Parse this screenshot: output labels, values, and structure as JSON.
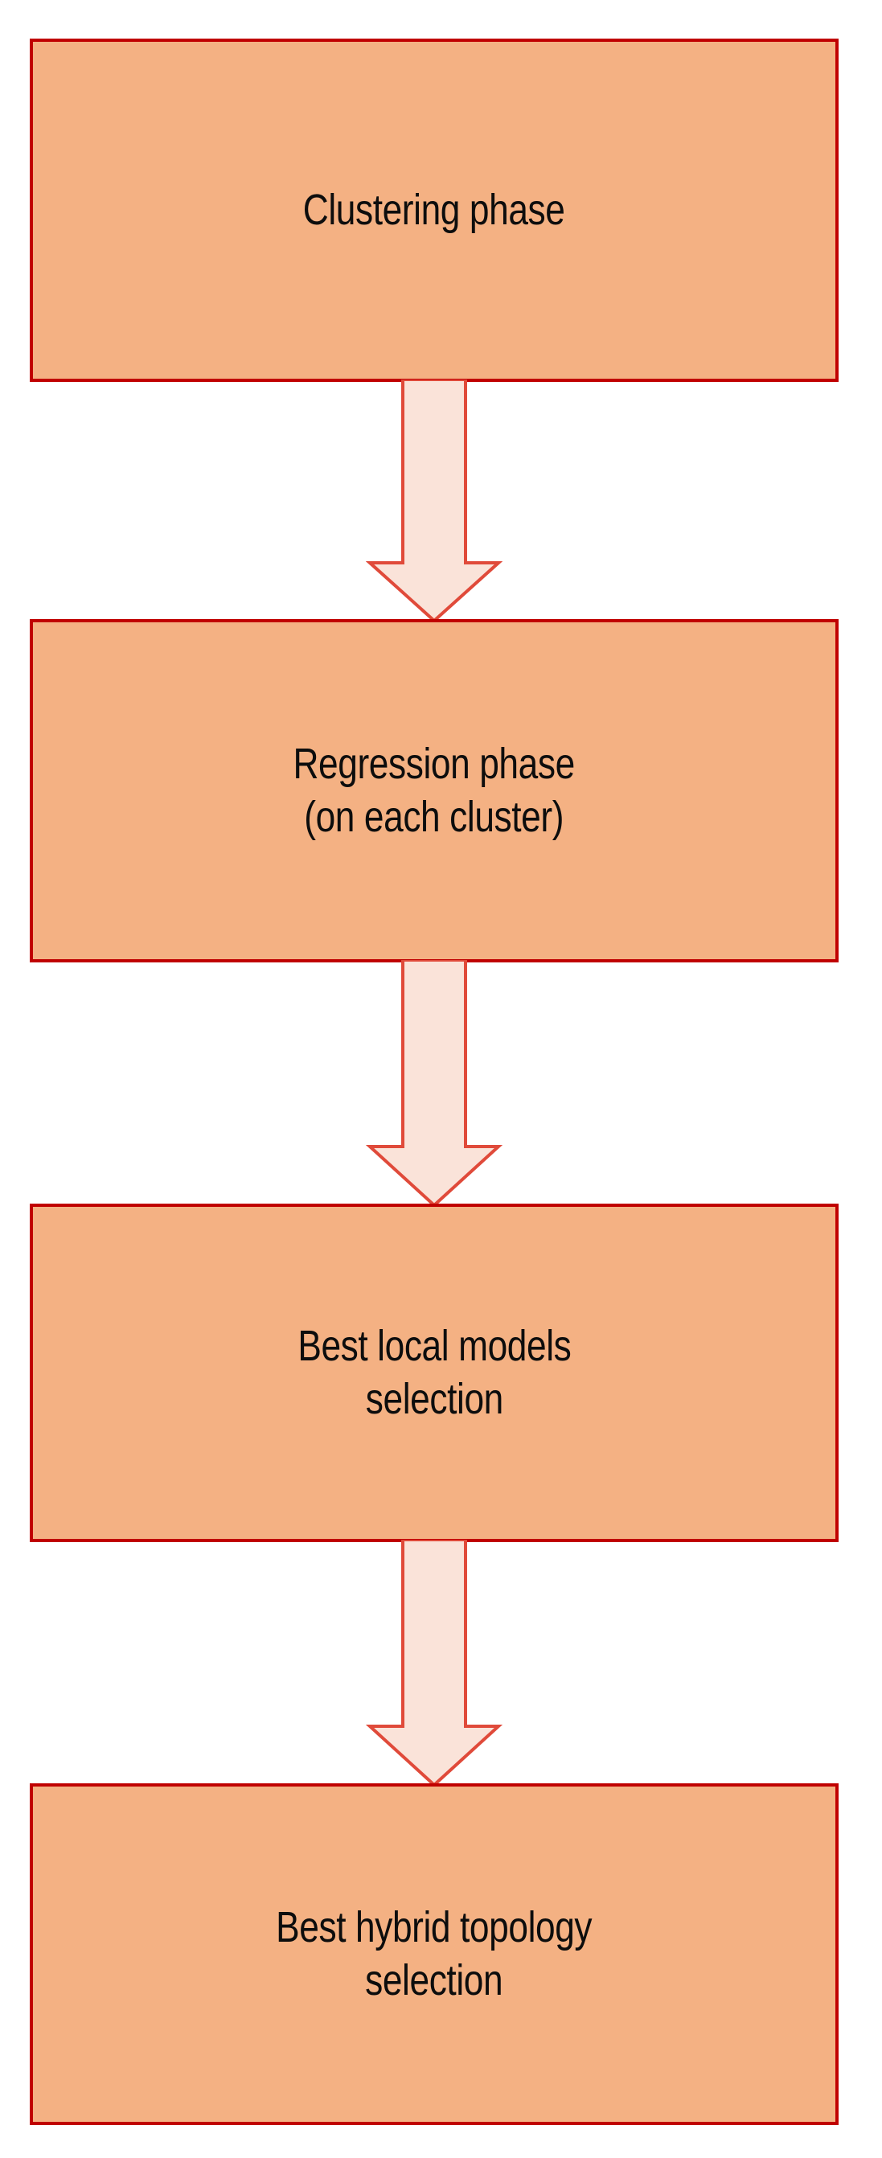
{
  "diagram": {
    "type": "flowchart",
    "orientation": "vertical",
    "title": "",
    "colors": {
      "node_fill": "#F4B183",
      "node_border": "#C00000",
      "arrow_fill": "#FAE3D9",
      "arrow_border": "#E04A3A",
      "text": "#0D0D0D",
      "background": "#FFFFFF"
    },
    "nodes": [
      {
        "id": "clustering-phase",
        "label": "Clustering phase",
        "order": 1
      },
      {
        "id": "regression-phase",
        "label": "Regression phase\n(on each cluster)",
        "order": 2
      },
      {
        "id": "best-local-models",
        "label": "Best local models\nselection",
        "order": 3
      },
      {
        "id": "best-hybrid-topology",
        "label": "Best hybrid topology\nselection",
        "order": 4
      }
    ],
    "edges": [
      {
        "id": "edge-1",
        "from": "clustering-phase",
        "to": "regression-phase",
        "shape": "block-arrow-down",
        "label": ""
      },
      {
        "id": "edge-2",
        "from": "regression-phase",
        "to": "best-local-models",
        "shape": "block-arrow-down",
        "label": ""
      },
      {
        "id": "edge-3",
        "from": "best-local-models",
        "to": "best-hybrid-topology",
        "shape": "block-arrow-down",
        "label": ""
      }
    ]
  }
}
